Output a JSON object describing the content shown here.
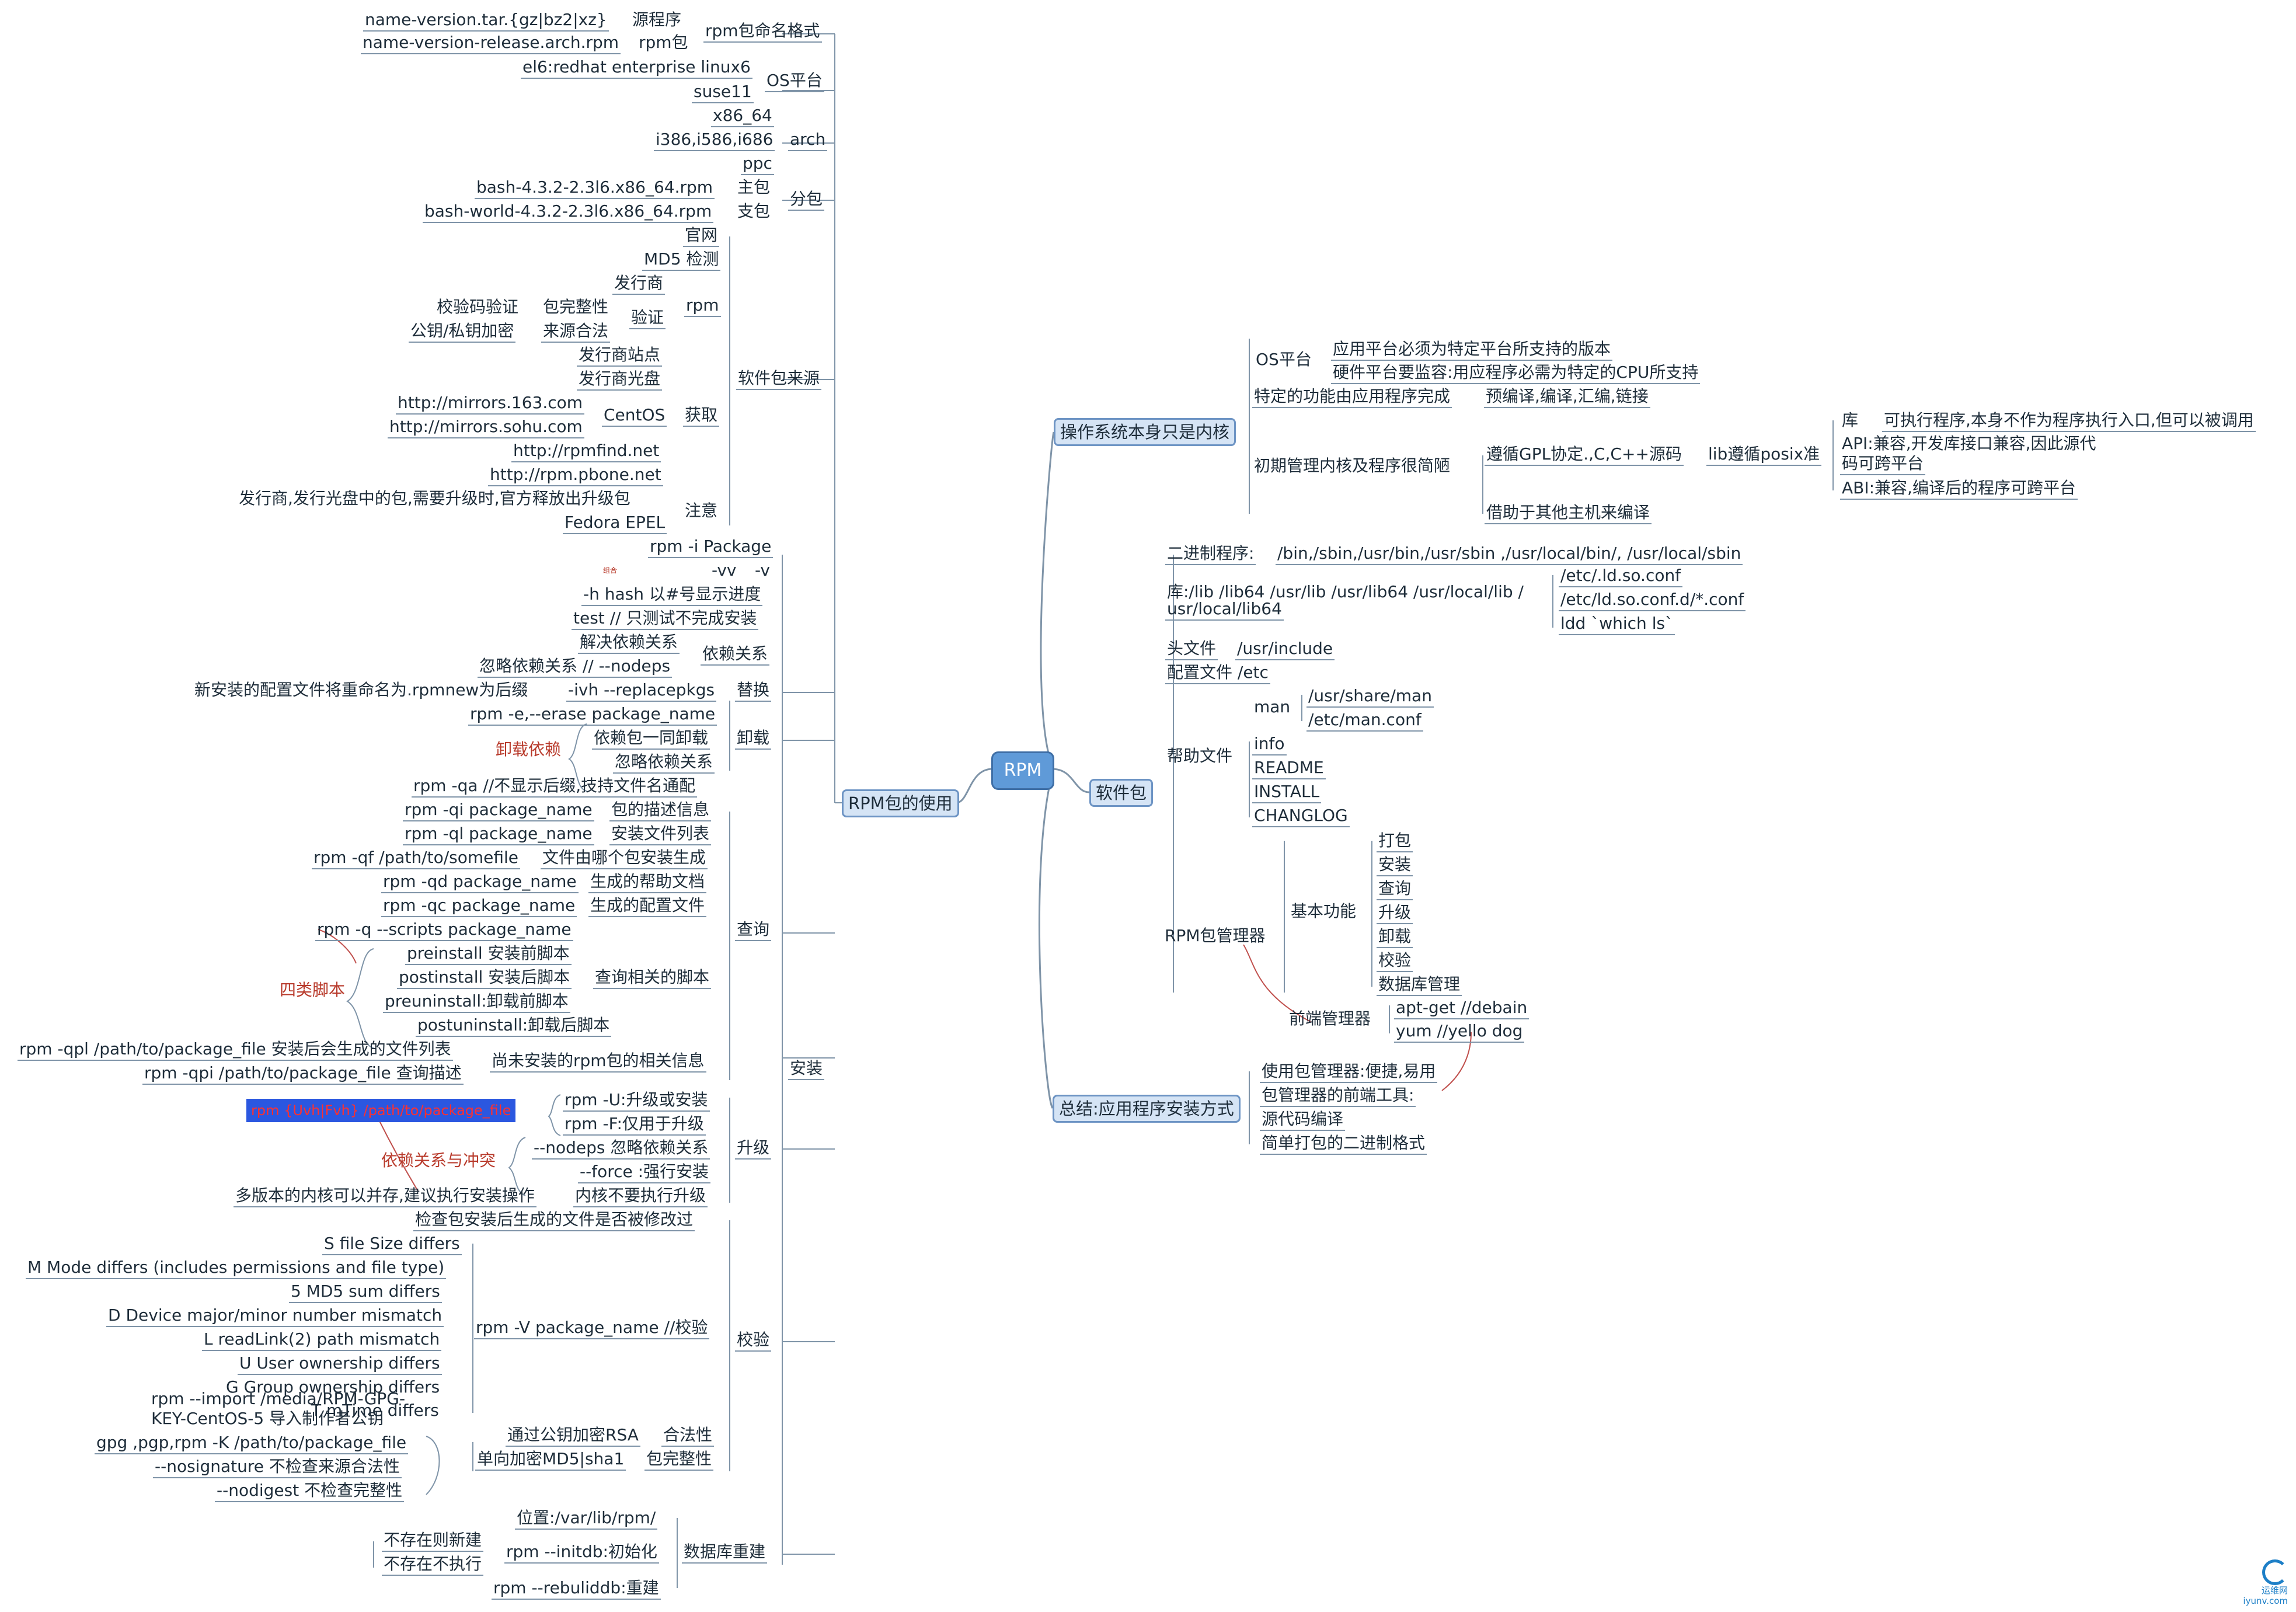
{
  "root": "RPM",
  "left": {
    "a": [
      "name-version.tar.{gz|bz2|xz}",
      "源程序",
      "name-version-release.arch.rpm",
      "rpm包",
      "rpm包命名格式",
      "el6:redhat enterprise linux6",
      "suse11",
      "OS平台",
      "x86_64",
      "i386,i586,i686",
      "ppc",
      "arch",
      "bash-4.3.2-2.3l6.x86_64.rpm",
      "主包",
      "bash-world-4.3.2-2.3l6.x86_64.rpm",
      "支包",
      "分包"
    ],
    "b": [
      "官网",
      "MD5 检测",
      "发行商",
      "rpm",
      "校验码验证",
      "包完整性",
      "验证",
      "公钥/私钥加密",
      "来源合法",
      "发行商站点",
      "发行商光盘",
      "http://mirrors.163.com",
      "http://mirrors.sohu.com",
      "CentOS",
      "获取",
      "软件包来源",
      "http://rpmfind.net",
      "http://rpm.pbone.net",
      "发行商,发行光盘中的包,需要升级时,官方释放出升级包",
      "注意",
      "Fedora EPEL"
    ],
    "c": [
      "rpm -i Package",
      "-vv",
      "-v",
      "组合",
      "-h hash 以#号显示进度",
      "test // 只测试不完成安装",
      "解决依赖关系",
      "依赖关系",
      "忽略依赖关系 // --nodeps",
      "新安装的配置文件将重命名为.rpmnew为后缀",
      "-ivh --replacepkgs",
      "替换",
      "rpm -e,--erase package_name",
      "依赖包一同卸载",
      "卸载依赖",
      "卸载",
      "忽略依赖关系"
    ],
    "d": [
      "rpm -qa //不显示后缀,技持文件名通配",
      "rpm -qi package_name",
      "包的描述信息",
      "rpm -ql package_name",
      "安装文件列表",
      "rpm -qf /path/to/somefile",
      "文件由哪个包安装生成",
      "rpm -qd package_name",
      "生成的帮助文档",
      "rpm -qc package_name",
      "生成的配置文件",
      "查询",
      "rpm -q --scripts package_name",
      "preinstall 安装前脚本",
      "postinstall 安装后脚本",
      "查询相关的脚本",
      "四类脚本",
      "preuninstall:卸载前脚本",
      "postuninstall:卸载后脚本",
      "rpm -qpl /path/to/package_file 安装后会生成的文件列表",
      "尚未安装的rpm包的相关信息",
      "rpm -qpi /path/to/package_file 查询描述"
    ],
    "e": [
      "rpm {Uvh|Fvh} /path/to/package_file",
      "rpm -U:升级或安装",
      "rpm -F:仅用于升级",
      "依赖关系与冲突",
      "--nodeps 忽略依赖关系",
      "升级",
      "--force :强行安装",
      "多版本的内核可以并存,建议执行安装操作",
      "内核不要执行升级",
      "安装"
    ],
    "f": [
      "检查包安装后生成的文件是否被修改过",
      "S file Size differs",
      "M Mode differs (includes permissions and file type)",
      "5 MD5 sum differs",
      "D Device major/minor number mismatch",
      "L readLink(2) path mismatch",
      "rpm -V package_name //校验",
      "校验",
      "U User ownership differs",
      "G Group ownership differs",
      "rpm --import /media/RPM-GPG-",
      "KEY-CentOS-5 导入制作者公钥",
      "T mTime differs",
      "通过公钥加密RSA",
      "合法性",
      "gpg ,pgp,rpm -K /path/to/package_file",
      "--nosignature 不检查来源合法性",
      "单向加密MD5|sha1",
      "包完整性",
      "--nodigest 不检查完整性",
      "位置:/var/lib/rpm/",
      "不存在则新建",
      "rpm --initdb:初始化",
      "数据库重建",
      "不存在不执行",
      "rpm --rebuliddb:重建"
    ]
  },
  "center": {
    "usage": "RPM包的使用",
    "pkg": "软件包"
  },
  "right": {
    "os": [
      "操作系统本身只是内核",
      "OS平台",
      "应用平台必须为特定平台所支持的版本",
      "硬件平台要监容:用应程序必需为特定的CPU所支持",
      "特定的功能由应用程序完成",
      "预编译,编译,汇编,链接",
      "初期管理内核及程序很简陋",
      "遵循GPL协定.,C,C++源码",
      "lib遵循posix准",
      "库",
      "可执行程序,本身不作为程序执行入口,但可以被调用",
      "API:兼容,开发库接口兼容,因此源代",
      "码可跨平台",
      "ABI:兼容,编译后的程序可跨平台",
      "借助于其他主机来编译"
    ],
    "pk": [
      "二进制程序:",
      "/bin,/sbin,/usr/bin,/usr/sbin ,/usr/local/bin/, /usr/local/sbin",
      "库:/lib /lib64 /usr/lib /usr/lib64 /usr/local/lib /",
      "/etc/.ld.so.conf",
      "usr/local/lib64",
      "/etc/ld.so.conf.d/*.conf",
      "ldd `which ls`",
      "头文件",
      "/usr/include",
      "配置文件 /etc",
      "man",
      "/usr/share/man",
      "/etc/man.conf",
      "帮助文件",
      "info",
      "README",
      "INSTALL",
      "CHANGLOG"
    ],
    "mg": [
      "打包",
      "安装",
      "基本功能",
      "查询",
      "升级",
      "RPM包管理器",
      "卸载",
      "校验",
      "数据库管理",
      "apt-get //debain",
      "前端管理器",
      "yum //yello dog"
    ],
    "sum": [
      "使用包管理器:便捷,易用",
      "总结:应用程序安装方式",
      "包管理器的前端工具:",
      "源代码编译",
      "简单打包的二进制格式"
    ]
  },
  "logo": {
    "cn": "运维网",
    "en": "iyunv.com"
  }
}
